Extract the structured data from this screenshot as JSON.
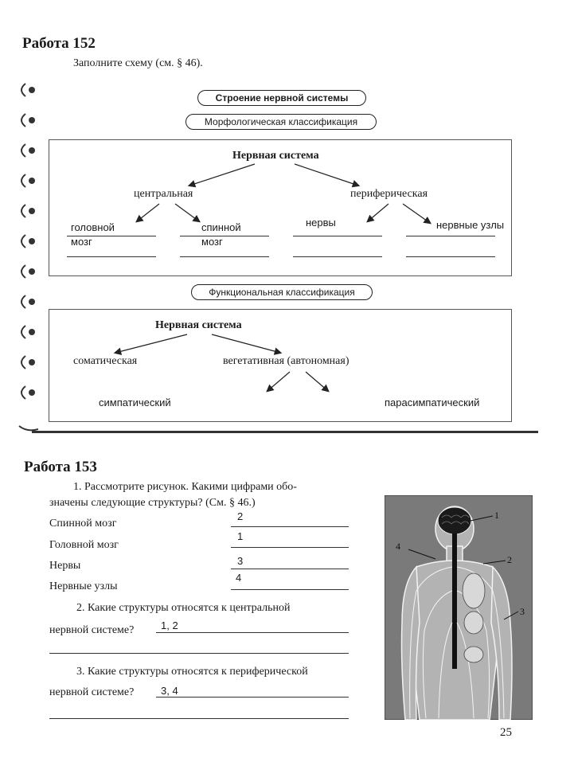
{
  "work152": {
    "title": "Работа 152",
    "instruction": "Заполните схему (см. § 46).",
    "main_pill": "Строение нервной системы",
    "morph_pill": "Морфологическая классификация",
    "morph": {
      "root": "Нервная система",
      "central": "центральная",
      "peripheral": "периферическая",
      "brain_line1": "головной",
      "brain_line2": "мозг",
      "spinal_line1": "спинной",
      "spinal_line2": "мозг",
      "nerves": "нервы",
      "ganglia": "нервные узлы"
    },
    "func_pill": "Функциональная классификация",
    "func": {
      "root": "Нервная система",
      "somatic": "соматическая",
      "vegetative": "вегетативная (автономная)",
      "sympathetic": "симпатический",
      "parasympathetic": "парасимпатический"
    }
  },
  "work153": {
    "title": "Работа 153",
    "q1": "1. Рассмотрите рисунок. Какими цифрами обозначены следующие структуры? (См. § 46.)",
    "q1_line1": "1. Рассмотрите рисунок. Какими цифрами обо-",
    "q1_line2": "значены следующие структуры? (См. § 46.)",
    "rows": [
      {
        "label": "Спинной мозг",
        "answer": "2"
      },
      {
        "label": "Головной мозг",
        "answer": "1"
      },
      {
        "label": "Нервы",
        "answer": "3"
      },
      {
        "label": "Нервные узлы",
        "answer": "4"
      }
    ],
    "q2_line1": "2. Какие структуры относятся к центральной",
    "q2_line2": "нервной системе?",
    "q2_answer": "1, 2",
    "q3_line1": "3. Какие структуры относятся к периферической",
    "q3_line2": "нервной системе?",
    "q3_answer": "3, 4",
    "figure_labels": [
      "1",
      "2",
      "3",
      "4"
    ]
  },
  "page_number": "25"
}
